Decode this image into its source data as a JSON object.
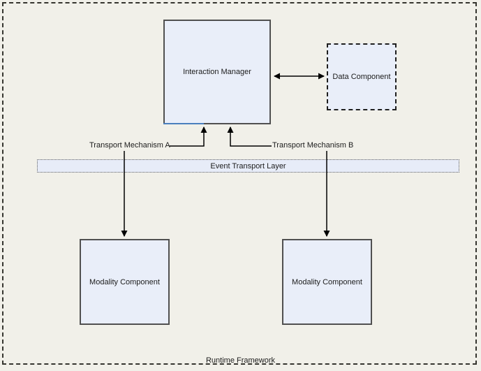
{
  "diagram": {
    "frame_label": "Runtime Framework",
    "nodes": {
      "interaction_manager": {
        "label": "Interaction Manager"
      },
      "data_component": {
        "label": "Data Component"
      },
      "modality_component_left": {
        "label": "Modality Component"
      },
      "modality_component_right": {
        "label": "Modality Component"
      },
      "event_transport_layer": {
        "label": "Event Transport Layer"
      }
    },
    "connector_labels": {
      "transport_a": "Transport Mechanism A",
      "transport_b": "Transport Mechanism B"
    },
    "colors": {
      "background": "#f1f0e9",
      "node_fill": "#e9eef9",
      "node_border": "#505050",
      "band_fill": "#e7ecf8",
      "line": "#000000",
      "accent_blue": "#4a7fbe"
    }
  }
}
